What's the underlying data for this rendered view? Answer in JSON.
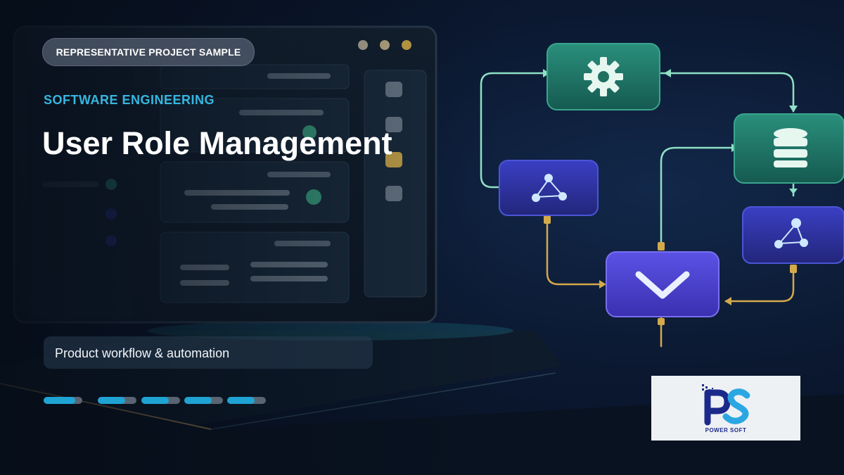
{
  "badge": {
    "label": "REPRESENTATIVE PROJECT SAMPLE"
  },
  "category": "SOFTWARE ENGINEERING",
  "title": "User Role Management",
  "caption": "Product workflow & automation",
  "progress": [
    {
      "fill": 0.82
    },
    {
      "fill": 0.7
    },
    {
      "fill": 0.7
    },
    {
      "fill": 0.7
    },
    {
      "fill": 0.7
    }
  ],
  "logo": {
    "name": "POWER SOFT",
    "initials": "PS"
  },
  "illustration": {
    "icons": [
      "gear-icon",
      "database-icon",
      "share-network-icon",
      "share-network-icon",
      "checkmark-icon"
    ],
    "colors": {
      "teal": "#1d7a6a",
      "indigo": "#3838b8",
      "violet": "#4b45d4",
      "gold": "#d4a94a",
      "mint": "#8fe0c4"
    }
  }
}
